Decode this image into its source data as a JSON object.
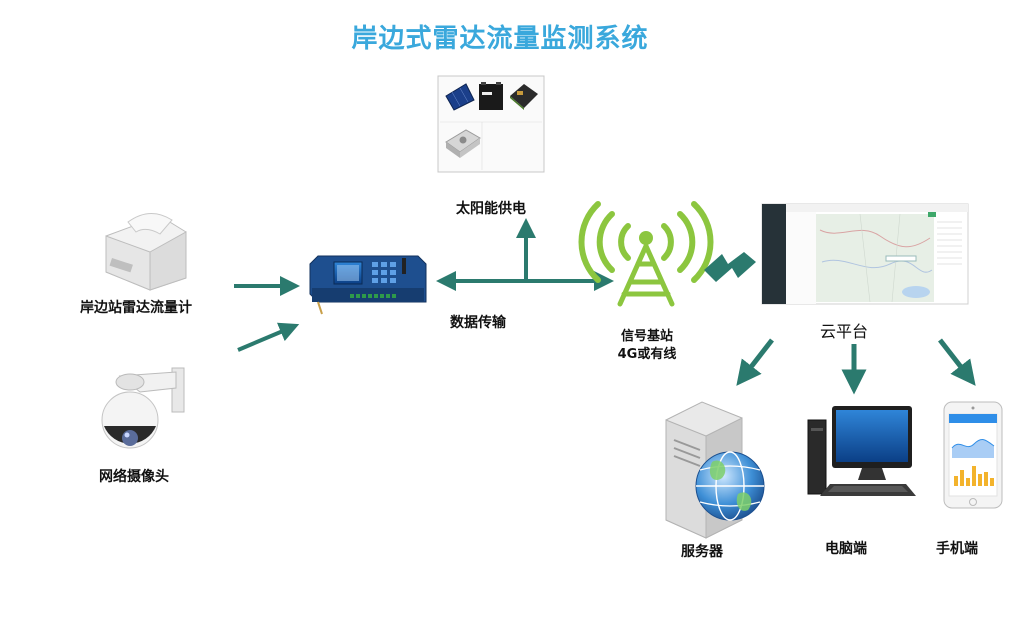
{
  "title": "岸边式雷达流量监测系统",
  "nodes": {
    "radar": "岸边站雷达流量计",
    "camera": "网络摄像头",
    "solar": "太阳能供电",
    "transfer": "数据传输",
    "tower_line1": "信号基站",
    "tower_line2": "4G或有线",
    "cloud": "云平台",
    "server": "服务器",
    "pc": "电脑端",
    "phone": "手机端"
  },
  "colors": {
    "title": "#3aa8dc",
    "arrow": "#2b7a6e",
    "tower": "#8cc63f",
    "device_blue": "#1e4f8f"
  }
}
